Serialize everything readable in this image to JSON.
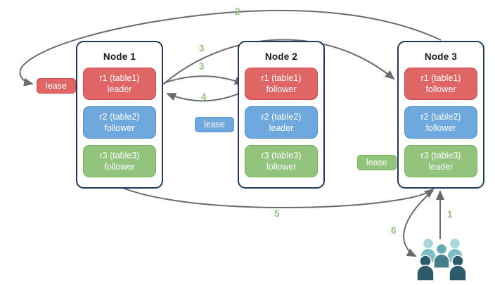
{
  "diagram": {
    "nodes": [
      {
        "title": "Node 1",
        "replicas": [
          {
            "label": "r1 (table1)",
            "role": "leader",
            "color": "red"
          },
          {
            "label": "r2 (table2)",
            "role": "follower",
            "color": "blue"
          },
          {
            "label": "r3 (table3)",
            "role": "follower",
            "color": "green"
          }
        ]
      },
      {
        "title": "Node 2",
        "replicas": [
          {
            "label": "r1 (table1)",
            "role": "follower",
            "color": "red"
          },
          {
            "label": "r2 (table2)",
            "role": "leader",
            "color": "blue"
          },
          {
            "label": "r3 (table3)",
            "role": "follower",
            "color": "green"
          }
        ]
      },
      {
        "title": "Node 3",
        "replicas": [
          {
            "label": "r1 (table1)",
            "role": "follower",
            "color": "red"
          },
          {
            "label": "r2 (table2)",
            "role": "follower",
            "color": "blue"
          },
          {
            "label": "r3 (table3)",
            "role": "leader",
            "color": "green"
          }
        ]
      }
    ],
    "leases": [
      {
        "label": "lease",
        "color": "red"
      },
      {
        "label": "lease",
        "color": "blue"
      },
      {
        "label": "lease",
        "color": "green"
      }
    ],
    "steps": {
      "s1": "1",
      "s2": "2",
      "s3a": "3",
      "s3b": "3",
      "s4": "4",
      "s5": "5",
      "s6": "6"
    },
    "icons": {
      "users": "users-group-icon"
    },
    "colors": {
      "red": "#e06666",
      "red_border": "#cd4b4b",
      "blue": "#6fa8dc",
      "blue_border": "#5491cf",
      "green": "#93c47d",
      "green_border": "#75ad5b",
      "node_border": "#20395c",
      "arrow": "#6b6b6b",
      "step": "#93c47d",
      "title_text": "#1a1a1a",
      "background": "#ffffff"
    }
  }
}
